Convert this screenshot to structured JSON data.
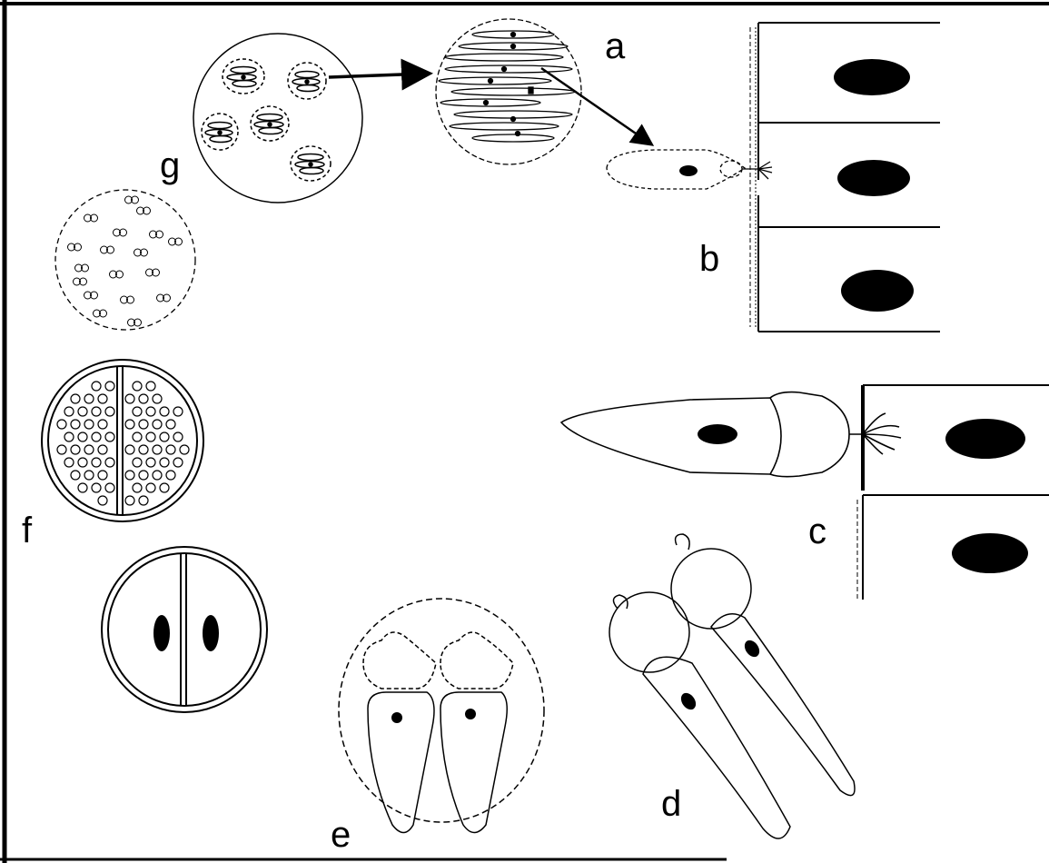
{
  "labels": {
    "a": "a",
    "b": "b",
    "c": "c",
    "d": "d",
    "e": "e",
    "f": "f",
    "g": "g"
  },
  "colors": {
    "ink": "#000000",
    "paper": "#ffffff"
  }
}
